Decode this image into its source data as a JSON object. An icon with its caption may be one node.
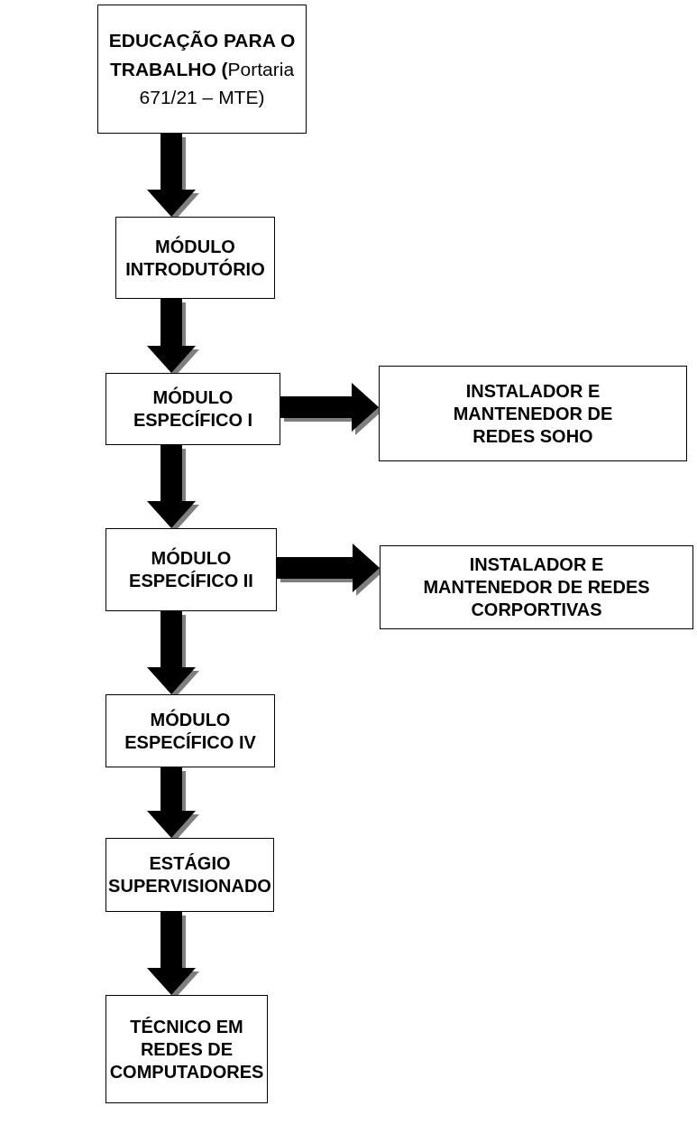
{
  "diagram": {
    "nodes": [
      {
        "text": [
          "**EDUCAÇÃO PARA O TRABALHO (**Portaria 671/21 – MTE)"
        ]
      },
      {
        "text": [
          "MÓDULO INTRODUTÓRIO"
        ]
      },
      {
        "text": [
          "MÓDULO ESPECÍFICO I"
        ]
      },
      {
        "text": [
          "INSTALADOR E MANTENEDOR DE REDES SOHO"
        ]
      },
      {
        "text": [
          "MÓDULO ESPECÍFICO II"
        ]
      },
      {
        "text": [
          "INSTALADOR E MANTENEDOR DE REDES CORPORTIVAS"
        ]
      },
      {
        "text": [
          "MÓDULO ESPECÍFICO IV"
        ]
      },
      {
        "text": [
          "ESTÁGIO SUPERVISIONADO"
        ]
      },
      {
        "text": [
          "TÉCNICO EM REDES DE COMPUTADORES"
        ]
      }
    ],
    "edges": [
      {
        "from": 0,
        "to": 1,
        "arrow": "to"
      },
      {
        "from": 1,
        "to": 2,
        "arrow": "to"
      },
      {
        "from": 2,
        "to": 3,
        "arrow": "to"
      },
      {
        "from": 2,
        "to": 4,
        "arrow": "to"
      },
      {
        "from": 4,
        "to": 5,
        "arrow": "to"
      },
      {
        "from": 4,
        "to": 6,
        "arrow": "to"
      },
      {
        "from": 6,
        "to": 7,
        "arrow": "to"
      },
      {
        "from": 7,
        "to": 8,
        "arrow": "to"
      }
    ]
  }
}
